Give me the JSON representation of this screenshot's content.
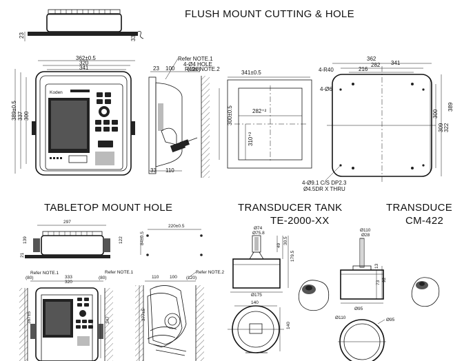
{
  "headings": {
    "flush": "FLUSH MOUNT CUTTING & HOLE",
    "tabletop": "TABLETOP MOUNT HOLE",
    "tank_title": "TRANSDUCER TANK",
    "tank_model": "TE-2000-XX",
    "cm_title": "TRANSDUCE",
    "cm_model": "CM-422"
  },
  "flush_top": {
    "d23": "23",
    "d33": "33"
  },
  "flush_front": {
    "w362": "362±0.5",
    "w320": "320",
    "w341": "341",
    "h389": "389±0.5",
    "h337": "337",
    "h300": "300"
  },
  "flush_side": {
    "note1": "Refer NOTE.1",
    "hole": "4-Ø4 HOLE",
    "note2": "Refer NOTE.2",
    "d23": "23",
    "d100": "100",
    "d120": "(120)",
    "d33": "33",
    "d110": "110"
  },
  "cutout": {
    "w341": "341±0.5",
    "h300": "300±0.5",
    "d282": "282⁺²",
    "d310": "310⁺²"
  },
  "plate": {
    "w362": "362",
    "w341": "341",
    "w282": "282",
    "w216": "216",
    "r40": "4-R40",
    "h6": "4-Ø6",
    "h389": "389",
    "h322": "322",
    "h309": "309",
    "h300": "300",
    "thru1": "4-Ø9.1 C/S DP2.3",
    "thru2": "Ø4.5DR X THRU"
  },
  "tabletop_top": {
    "w297": "297",
    "h139": "139",
    "h122": "122",
    "d21": "21"
  },
  "tabletop_holes": {
    "w220": "220±0.5",
    "h84": "84±0.5"
  },
  "tabletop_front": {
    "note1a": "Refer NOTE.1",
    "note1b": "Refer NOTE.1",
    "d80a": "(80)",
    "d80b": "(80)",
    "w333": "333",
    "w320": "320",
    "h367": "367±5",
    "h347": "347"
  },
  "tabletop_side": {
    "note2": "Refer NOTE.2",
    "d110": "110",
    "d100": "100",
    "d120": "(120)",
    "h377": "377±5"
  },
  "tank": {
    "d74": "Ø74",
    "d758": "Ø75.8",
    "h49": "49",
    "h305": "30.5",
    "h1795": "179.5",
    "d175": "Ø175",
    "w140": "140",
    "h140": "140"
  },
  "cm": {
    "d110": "Ø110",
    "d28": "Ø28",
    "h13": "13",
    "h73": "73",
    "h92": "92",
    "d95": "Ø95",
    "d110b": "Ø110",
    "d95b": "Ø95"
  }
}
